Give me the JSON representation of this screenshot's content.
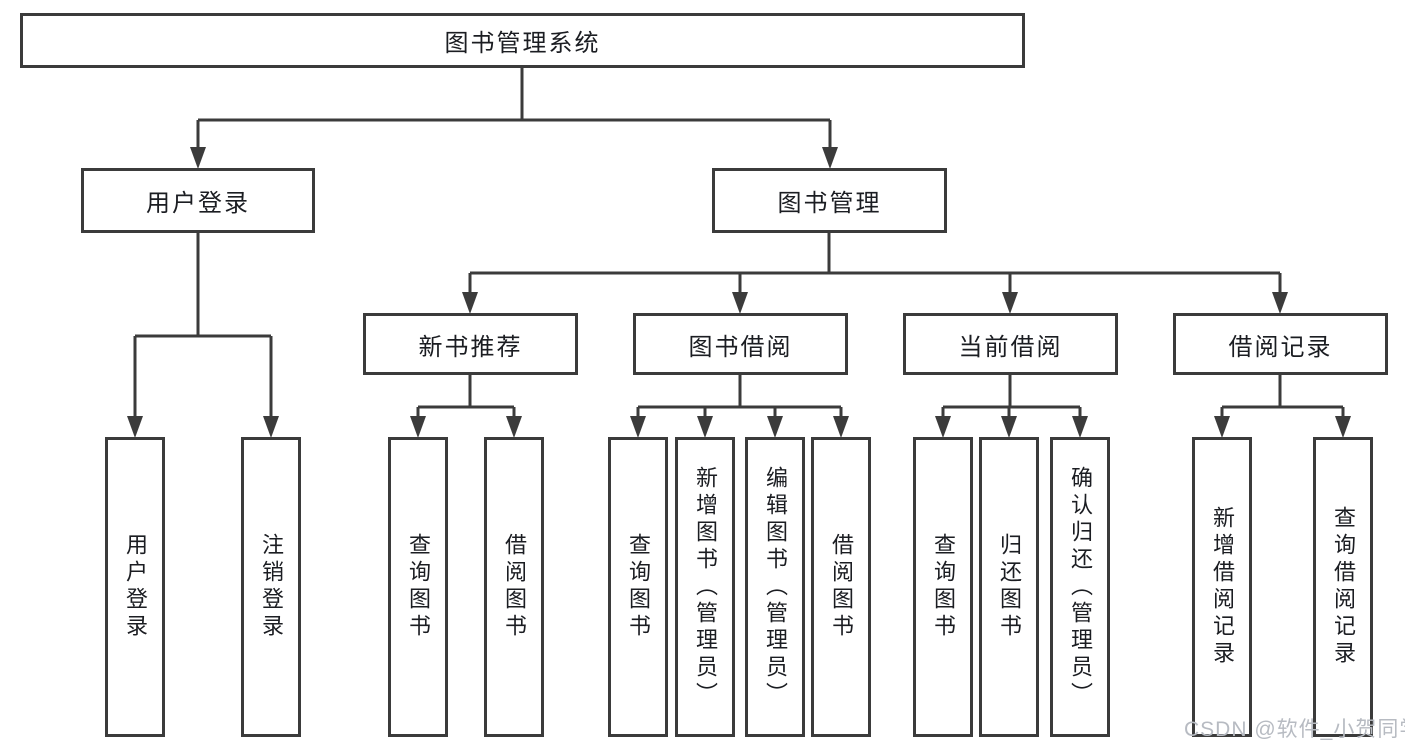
{
  "diagram": {
    "root": "图书管理系统",
    "level2": [
      "用户登录",
      "图书管理"
    ],
    "level3": [
      "新书推荐",
      "图书借阅",
      "当前借阅",
      "借阅记录"
    ],
    "leaves": [
      "用户登录",
      "注销登录",
      "查询图书",
      "借阅图书",
      "查询图书",
      "新增图书（管理员）",
      "编辑图书（管理员）",
      "借阅图书",
      "查询图书",
      "归还图书",
      "确认归还（管理员）",
      "新增借阅记录",
      "查询借阅记录"
    ]
  },
  "colors": {
    "line": "#3b3b3b",
    "text": "#1b1d22",
    "background": "#ffffff",
    "watermark": "#b7bbc2"
  },
  "watermark": "CSDN @软件_小贺同学"
}
